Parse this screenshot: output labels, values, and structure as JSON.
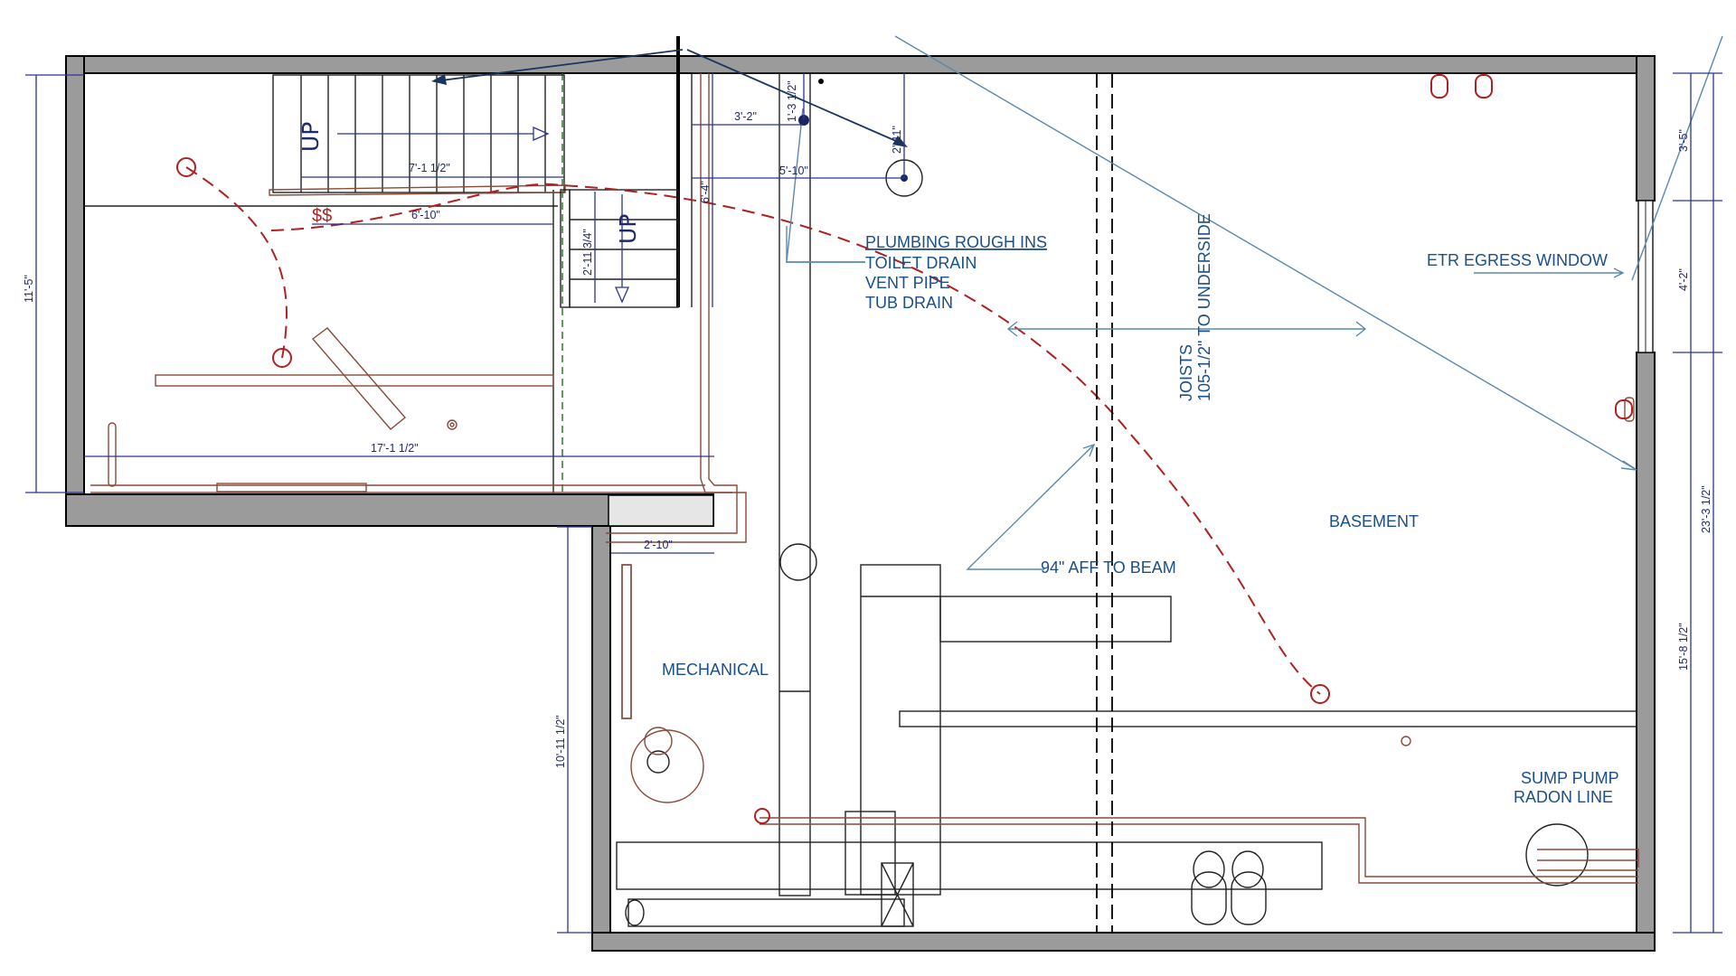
{
  "title": "",
  "labels": {
    "up_main": "UP",
    "up_landing": "UP",
    "plumbing_1": "PLUMBING ROUGH INS",
    "plumbing_2": "TOILET DRAIN",
    "plumbing_3": "VENT PIPE",
    "plumbing_4": "TUB DRAIN",
    "egress": "ETR EGRESS WINDOW",
    "joists_1": "JOISTS",
    "joists_2": "105-1/2\" TO UNDERSIDE",
    "beam": "94\" AFF TO BEAM",
    "basement": "BASEMENT",
    "mechanical": "MECHANICAL",
    "sump_1": "SUMP PUMP",
    "sump_2": "RADON LINE"
  },
  "dimensions": {
    "left_height": "11'-5\"",
    "stair_run": "7'-1 1/2\"",
    "stair_lower": "6'-10\"",
    "landing_depth": "2'-11 3/4\"",
    "bottom_width": "17'-1 1/2\"",
    "stair_to_wall": "6'-4\"",
    "vent_offset_x": "3'-2\"",
    "vent_offset_y": "1'-3 1/2\"",
    "toilet_offset_y": "2'-11\"",
    "toilet_offset_x": "5'-10\"",
    "mech_width": "2'-10\"",
    "mech_height": "10'-11 1/2\"",
    "right_top": "3'-5\"",
    "window_width": "4'-2\"",
    "right_lower": "15'-8 1/2\"",
    "right_total": "23'-3 1/2\""
  },
  "colors": {
    "wall_fill": "#9b9b9b",
    "dimension": "#2a3590",
    "annotation": "#1a4f8c",
    "fixture_red": "#b02020",
    "pipe_brown": "#8a4a3a"
  }
}
